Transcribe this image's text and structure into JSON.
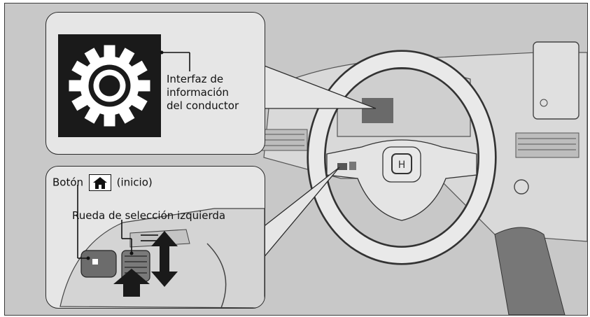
{
  "callout_top": {
    "label_lines": [
      "Interfaz de",
      "información",
      "del conductor"
    ],
    "icon": "gear-icon"
  },
  "callout_bottom": {
    "button_label_prefix": "Botón",
    "button_label_suffix": "(inicio)",
    "button_icon": "home-icon",
    "wheel_label": "Rueda de selección izquierda",
    "arrow_icons": [
      "up-down-arrow-icon",
      "push-arrow-icon"
    ]
  },
  "colors": {
    "background": "#c8c8c8",
    "callout_bg": "#e6e6e6",
    "display_bg": "#1a1a1a",
    "gear": "#ffffff",
    "highlight": "#6a6a6a"
  }
}
